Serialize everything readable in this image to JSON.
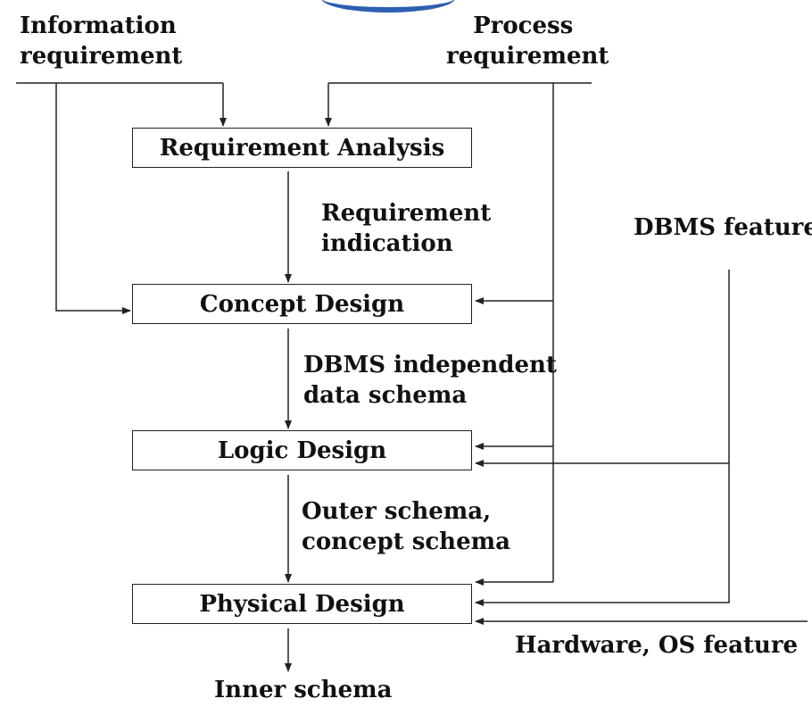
{
  "inputs": {
    "information_requirement": [
      "Information",
      "requirement"
    ],
    "process_requirement": [
      "Process",
      "requirement"
    ],
    "dbms_feature": "DBMS feature",
    "hardware_os_feature": "Hardware, OS feature"
  },
  "stages": {
    "requirement_analysis": "Requirement Analysis",
    "concept_design": "Concept Design",
    "logic_design": "Logic Design",
    "physical_design": "Physical Design"
  },
  "flows": {
    "requirement_indication": [
      "Requirement",
      "indication"
    ],
    "dbms_independent_schema": [
      "DBMS independent",
      "data schema"
    ],
    "outer_concept_schema": [
      "Outer schema,",
      "concept schema"
    ],
    "inner_schema": "Inner schema"
  },
  "colors": {
    "line": "#222222",
    "title_accent": "#2e5fb0"
  }
}
